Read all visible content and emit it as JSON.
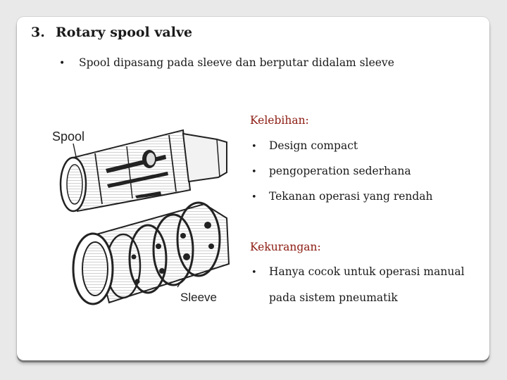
{
  "title": {
    "number": "3.",
    "text": "Rotary spool valve"
  },
  "bullet": {
    "marker": "•",
    "text": "Spool dipasang pada sleeve  dan berputar didalam sleeve"
  },
  "figure": {
    "spool_label": "Spool",
    "sleeve_label": "Sleeve"
  },
  "advantages": {
    "heading": "Kelebihan:",
    "items": [
      "Design compact",
      "pengoperation sederhana",
      "Tekanan operasi yang rendah"
    ]
  },
  "disadvantages": {
    "heading": "Kekurangan:",
    "items": [
      "Hanya cocok untuk operasi manual"
    ],
    "continuation": "pada sistem pneumatik"
  },
  "colors": {
    "heading": "#8b1a10",
    "text": "#1a1a1a",
    "background": "#e9e9e9"
  }
}
